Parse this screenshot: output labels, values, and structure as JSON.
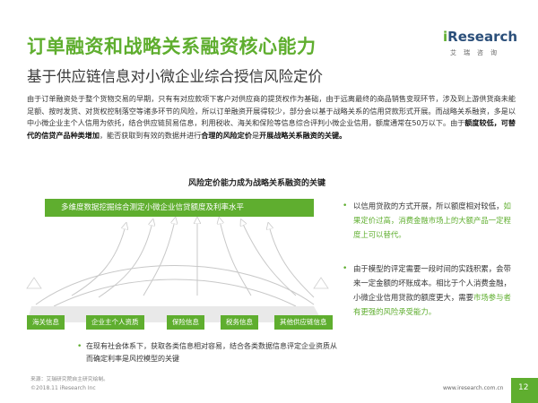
{
  "header": {
    "title": "订单融资和战略关系融资核心能力",
    "subtitle": "基于供应链信息对小微企业综合授信风险定价"
  },
  "logo": {
    "word_i": "i",
    "word_rest": "Research",
    "cn": "艾瑞咨询"
  },
  "intro": {
    "part1": "由于订单融资处于整个货物交易的早期，只有有对应款项下客户对供应商的提货权作为基础，由于远离最终的商品销售变现环节，涉及到上游供货商未能足额、按时发货、对货权控制落空等诸多环节的风险，所以订单融资开展得较少，部分会以基于战略关系的信用贷款形式开展。而战略关系融资，多是以中小微企业主个人信用为依托，结合供应链贸易信息，利用税收、海关和保险等信息综合评判小微企业信用，额度通常在50万以下。由于",
    "bold1": "额度较低，可替代的信贷产品种类增加",
    "part2": "，能否获取到有效的数据并进行",
    "bold2": "合理的风险定价",
    "part3": "是",
    "bold3": "开展战略关系融资的关键。"
  },
  "diagram": {
    "title": "风险定价能力成为战略关系融资的关键",
    "banner": "多维度数据挖掘综合测定小微企业信贷额度及利率水平",
    "sources": [
      "海关信息",
      "企业主个人资质",
      "保险信息",
      "税务信息",
      "其他供应链信息"
    ],
    "note": "在现有社会体系下，获取各类信息相对容易，结合各类数据信息评定企业资质从而确定利率是风控模型的关键"
  },
  "bullets": {
    "b1_text": "以信用贷款的方式开展，所以额度相对较低，",
    "b1_hl": "如果定价过高，消费金融市场上的大额产品一定程度上可以替代。",
    "b2_text": "由于模型的评定需要一段时间的实践积累，会带来一定金额的坏账成本。相比于个人消费金融，小微企业信用贷款的额度更大，需要",
    "b2_hl": "市场参与者有更强的风险承受能力。"
  },
  "footer": {
    "source": "来源：艾瑞研究院自主研究绘制。",
    "copyright": "©2018.11 iResearch Inc",
    "url": "www.iresearch.com.cn",
    "page": "12"
  },
  "colors": {
    "accent": "#5fae2f",
    "title_gray": "#3a3a3a"
  }
}
